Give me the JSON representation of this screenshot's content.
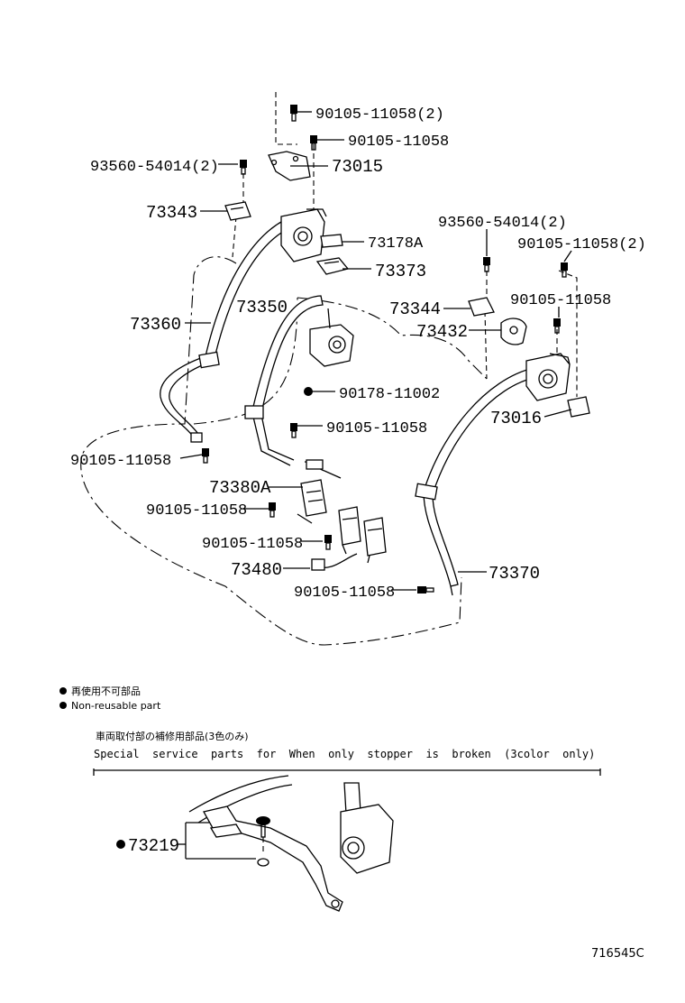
{
  "parts": {
    "p1": "90105-11058(2)",
    "p2": "90105-11058",
    "p3": "93560-54014(2)",
    "p4": "73015",
    "p5": "73343",
    "p6": "73178A",
    "p7": "93560-54014(2)",
    "p8": "90105-11058(2)",
    "p9": "73373",
    "p10": "73350",
    "p11": "73344",
    "p12": "90105-11058",
    "p13": "73360",
    "p14": "73432",
    "p15": "90178-11002",
    "p16": "73016",
    "p17": "90105-11058",
    "p18": "90105-11058",
    "p19": "73380A",
    "p20": "90105-11058",
    "p21": "90105-11058",
    "p22": "73480",
    "p23": "73370",
    "p24": "90105-11058",
    "p25": "73219"
  },
  "legend": {
    "jp": "再使用不可部品",
    "en": "Non-reusable part"
  },
  "service": {
    "jp": "車両取付部の補修用部品(3色のみ)",
    "en": "Special  service  parts  for  When  only  stopper  is  broken  (3color  only)"
  },
  "figure_id": "716545C"
}
